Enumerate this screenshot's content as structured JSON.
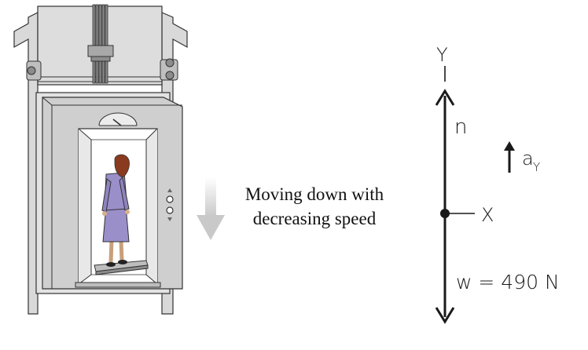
{
  "caption": {
    "line1": "Moving down with",
    "line2": "decreasing speed"
  },
  "free_body": {
    "y_axis_label": "Y",
    "x_axis_label": "X",
    "normal_force_label": "n",
    "acceleration_label": "a",
    "acceleration_subscript": "Y",
    "weight_label": "w = 490 N"
  },
  "colors": {
    "suit": "#9b8fc9",
    "hair": "#8a3a1e",
    "motion_arrow": "#c9c9c9",
    "frame_gray": "#d9d9d9",
    "cab_gray": "#cfcfcf",
    "ink": "#1a1a1a"
  }
}
